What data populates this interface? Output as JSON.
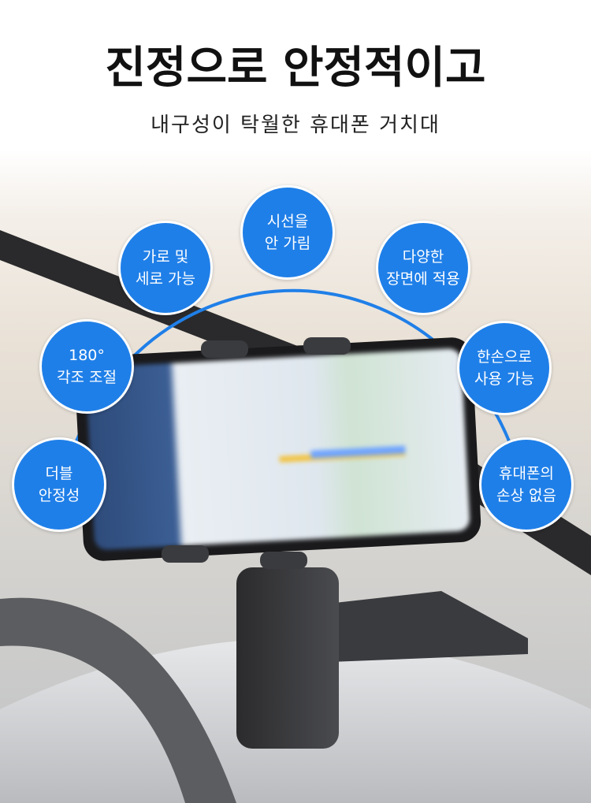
{
  "header": {
    "title": "진정으로 안정적이고",
    "subtitle": "내구성이 탁월한 휴대폰 거치대"
  },
  "accent_color": "#1f7fe8",
  "features": [
    {
      "line1": "시선을",
      "line2": "안 가림"
    },
    {
      "line1": "가로 및",
      "line2": "세로 가능"
    },
    {
      "line1": "다양한",
      "line2": "장면에 적용"
    },
    {
      "line1": "180°",
      "line2": "각조 조절"
    },
    {
      "line1": "한손으로",
      "line2": "사용 가능"
    },
    {
      "line1": "더블",
      "line2": "안정성"
    },
    {
      "line1": "휴대폰의",
      "line2": "손상 없음"
    }
  ]
}
